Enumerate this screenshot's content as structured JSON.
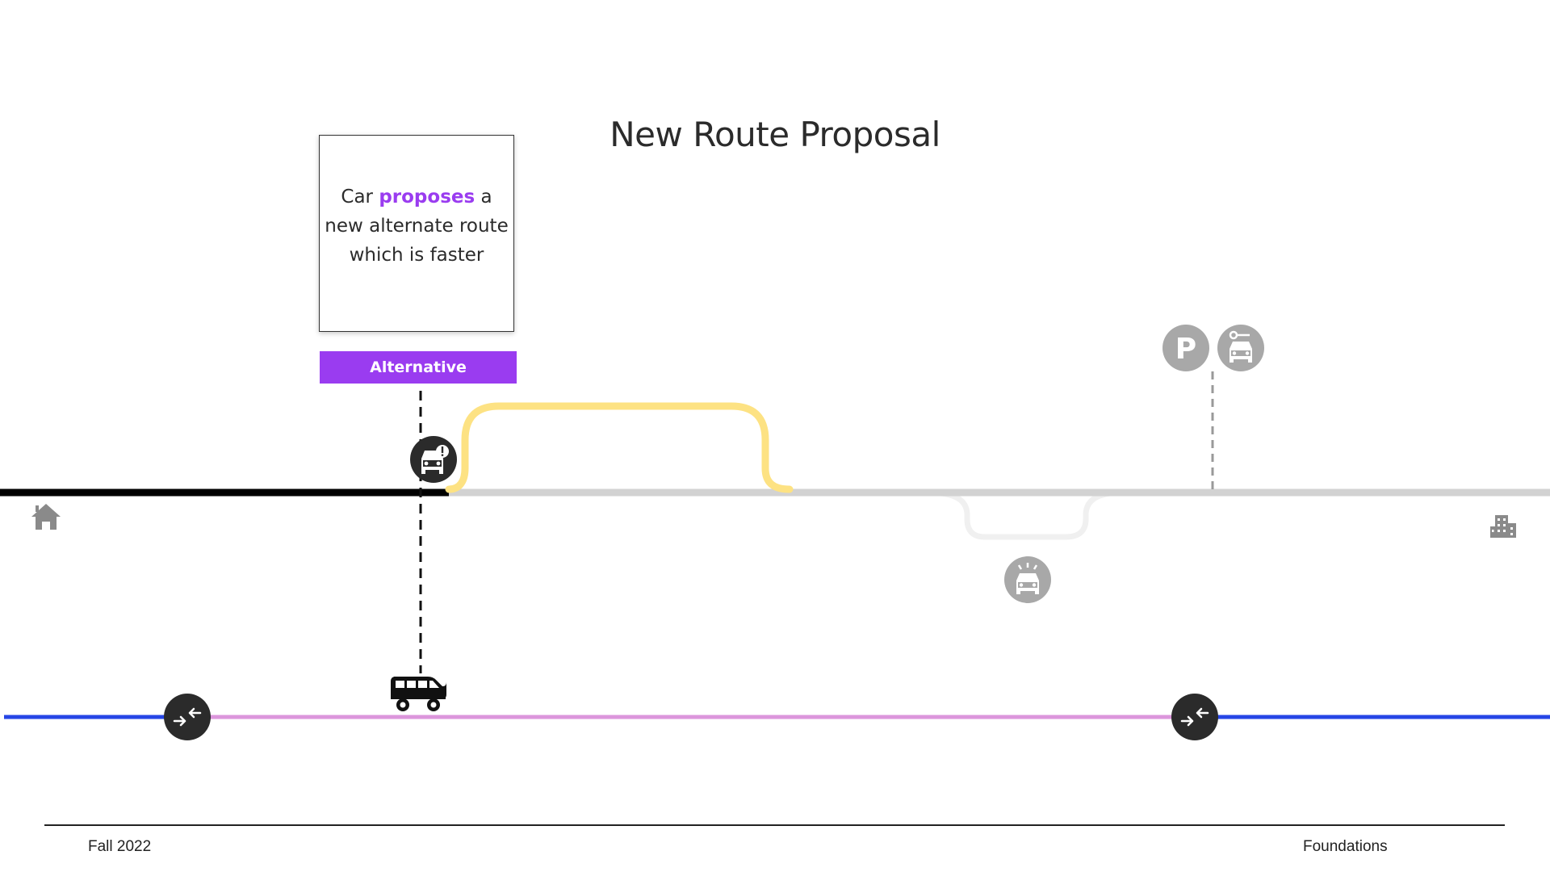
{
  "title": "New Route Proposal",
  "card": {
    "text_before": "Car ",
    "highlight": "proposes",
    "text_after": " a new alternate route which is faster"
  },
  "alternative_button": {
    "label": "Alternative"
  },
  "icons": {
    "parking_icon": {
      "letter": "P"
    },
    "home": "home-icon",
    "building": "building-icon",
    "car_alert": "car-alert-icon",
    "car_key": "car-key-icon",
    "car_ready": "car-ready-icon",
    "van": "van-icon",
    "transfer": "transfer-icon"
  },
  "colors": {
    "accent": "#9a3cf0",
    "route_done": "#000000",
    "route_pending": "#d2d2d2",
    "alt_route": "#fde283",
    "transit_blue": "#2646e6",
    "transit_pink": "#dc96dc",
    "node_dark": "#2b2b2b",
    "node_grey": "#a8a8a8"
  },
  "footer": {
    "left": "Fall 2022",
    "right": "Foundations"
  }
}
